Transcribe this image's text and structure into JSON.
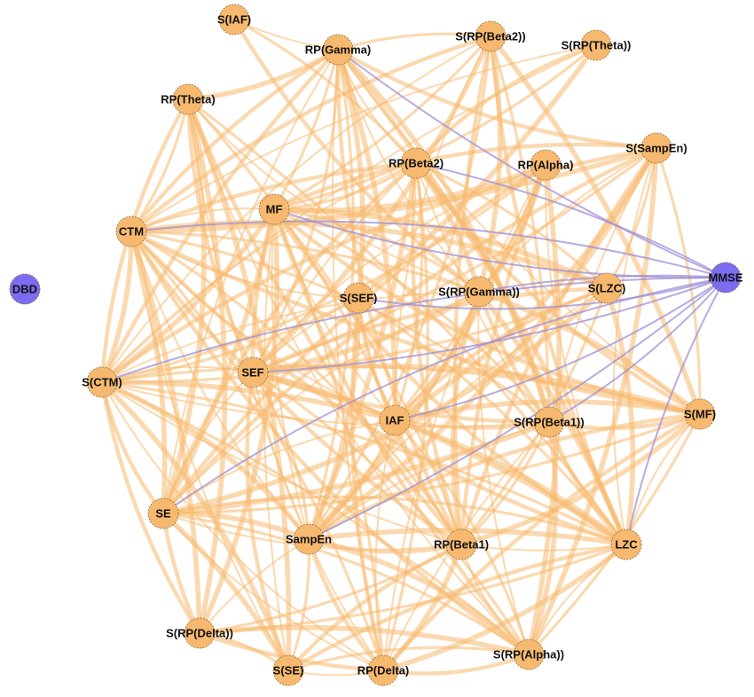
{
  "colors": {
    "feature_node": "#f7b96f",
    "clinical_node": "#7b6cf0",
    "feature_edge": "#f7b96f",
    "clinical_edge": "#9f8fd6",
    "node_border": "#8a6a3a"
  },
  "nodes": [
    {
      "id": "n1",
      "label": "S(IAF)",
      "type": "feature"
    },
    {
      "id": "n2",
      "label": "RP(Gamma)",
      "type": "feature"
    },
    {
      "id": "n3",
      "label": "S(RP(Beta2))",
      "type": "feature"
    },
    {
      "id": "n4",
      "label": "S(RP(Theta))",
      "type": "feature"
    },
    {
      "id": "n5",
      "label": "RP(Theta)",
      "type": "feature"
    },
    {
      "id": "n6",
      "label": "RP(Beta2)",
      "type": "feature"
    },
    {
      "id": "n7",
      "label": "RP(Alpha)",
      "type": "feature"
    },
    {
      "id": "n8",
      "label": "S(SampEn)",
      "type": "feature"
    },
    {
      "id": "n9",
      "label": "MF",
      "type": "feature"
    },
    {
      "id": "n10",
      "label": "CTM",
      "type": "feature"
    },
    {
      "id": "n11",
      "label": "DBD",
      "type": "clinical"
    },
    {
      "id": "n12",
      "label": "MMSE",
      "type": "clinical"
    },
    {
      "id": "n13",
      "label": "S(SEF)",
      "type": "feature"
    },
    {
      "id": "n14",
      "label": "S(RP(Gamma))",
      "type": "feature"
    },
    {
      "id": "n15",
      "label": "S(LZC)",
      "type": "feature"
    },
    {
      "id": "n16",
      "label": "SEF",
      "type": "feature"
    },
    {
      "id": "n17",
      "label": "S(CTM)",
      "type": "feature"
    },
    {
      "id": "n18",
      "label": "IAF",
      "type": "feature"
    },
    {
      "id": "n19",
      "label": "S(RP(Beta1))",
      "type": "feature"
    },
    {
      "id": "n20",
      "label": "S(MF)",
      "type": "feature"
    },
    {
      "id": "n21",
      "label": "SE",
      "type": "feature"
    },
    {
      "id": "n22",
      "label": "SampEn",
      "type": "feature"
    },
    {
      "id": "n23",
      "label": "RP(Beta1)",
      "type": "feature"
    },
    {
      "id": "n24",
      "label": "LZC",
      "type": "feature"
    },
    {
      "id": "n25",
      "label": "S(RP(Delta))",
      "type": "feature"
    },
    {
      "id": "n26",
      "label": "S(SE)",
      "type": "feature"
    },
    {
      "id": "n27",
      "label": "RP(Delta)",
      "type": "feature"
    },
    {
      "id": "n28",
      "label": "S(RP(Alpha))",
      "type": "feature"
    }
  ],
  "edges": [
    [
      "n1",
      "n2"
    ],
    [
      "n1",
      "n6"
    ],
    [
      "n1",
      "n14"
    ],
    [
      "n2",
      "n5"
    ],
    [
      "n2",
      "n6"
    ],
    [
      "n2",
      "n9"
    ],
    [
      "n2",
      "n10"
    ],
    [
      "n2",
      "n13"
    ],
    [
      "n2",
      "n14"
    ],
    [
      "n2",
      "n16"
    ],
    [
      "n2",
      "n17"
    ],
    [
      "n2",
      "n18"
    ],
    [
      "n2",
      "n21"
    ],
    [
      "n2",
      "n22"
    ],
    [
      "n2",
      "n23"
    ],
    [
      "n2",
      "n24"
    ],
    [
      "n2",
      "n20"
    ],
    [
      "n2",
      "n3"
    ],
    [
      "n2",
      "n8"
    ],
    [
      "n2",
      "n19"
    ],
    [
      "n2",
      "n27"
    ],
    [
      "n3",
      "n9"
    ],
    [
      "n3",
      "n10"
    ],
    [
      "n3",
      "n14"
    ],
    [
      "n3",
      "n18"
    ],
    [
      "n3",
      "n19"
    ],
    [
      "n3",
      "n24"
    ],
    [
      "n3",
      "n16"
    ],
    [
      "n3",
      "n17"
    ],
    [
      "n3",
      "n22"
    ],
    [
      "n3",
      "n23"
    ],
    [
      "n3",
      "n20"
    ],
    [
      "n4",
      "n10"
    ],
    [
      "n4",
      "n9"
    ],
    [
      "n4",
      "n6"
    ],
    [
      "n4",
      "n13"
    ],
    [
      "n4",
      "n17"
    ],
    [
      "n5",
      "n10"
    ],
    [
      "n5",
      "n17"
    ],
    [
      "n5",
      "n21"
    ],
    [
      "n5",
      "n22"
    ],
    [
      "n5",
      "n18"
    ],
    [
      "n5",
      "n16"
    ],
    [
      "n5",
      "n25"
    ],
    [
      "n5",
      "n14"
    ],
    [
      "n5",
      "n24"
    ],
    [
      "n5",
      "n23"
    ],
    [
      "n5",
      "n26"
    ],
    [
      "n5",
      "n28"
    ],
    [
      "n6",
      "n9"
    ],
    [
      "n6",
      "n10"
    ],
    [
      "n6",
      "n14"
    ],
    [
      "n6",
      "n17"
    ],
    [
      "n6",
      "n18"
    ],
    [
      "n6",
      "n21"
    ],
    [
      "n6",
      "n22"
    ],
    [
      "n6",
      "n24"
    ],
    [
      "n6",
      "n27"
    ],
    [
      "n6",
      "n20"
    ],
    [
      "n6",
      "n19"
    ],
    [
      "n6",
      "n16"
    ],
    [
      "n6",
      "n15"
    ],
    [
      "n6",
      "n23"
    ],
    [
      "n7",
      "n9"
    ],
    [
      "n7",
      "n16"
    ],
    [
      "n7",
      "n18"
    ],
    [
      "n7",
      "n21"
    ],
    [
      "n7",
      "n22"
    ],
    [
      "n7",
      "n24"
    ],
    [
      "n7",
      "n14"
    ],
    [
      "n7",
      "n23"
    ],
    [
      "n7",
      "n28"
    ],
    [
      "n7",
      "n27"
    ],
    [
      "n7",
      "n17"
    ],
    [
      "n8",
      "n9"
    ],
    [
      "n8",
      "n10"
    ],
    [
      "n8",
      "n14"
    ],
    [
      "n8",
      "n15"
    ],
    [
      "n8",
      "n17"
    ],
    [
      "n8",
      "n18"
    ],
    [
      "n8",
      "n19"
    ],
    [
      "n8",
      "n20"
    ],
    [
      "n8",
      "n21"
    ],
    [
      "n8",
      "n22"
    ],
    [
      "n8",
      "n24"
    ],
    [
      "n8",
      "n16"
    ],
    [
      "n8",
      "n23"
    ],
    [
      "n8",
      "n28"
    ],
    [
      "n9",
      "n10"
    ],
    [
      "n9",
      "n14"
    ],
    [
      "n9",
      "n16"
    ],
    [
      "n9",
      "n17"
    ],
    [
      "n9",
      "n18"
    ],
    [
      "n9",
      "n19"
    ],
    [
      "n9",
      "n20"
    ],
    [
      "n9",
      "n21"
    ],
    [
      "n9",
      "n22"
    ],
    [
      "n9",
      "n23"
    ],
    [
      "n9",
      "n24"
    ],
    [
      "n9",
      "n25"
    ],
    [
      "n9",
      "n26"
    ],
    [
      "n9",
      "n27"
    ],
    [
      "n9",
      "n28"
    ],
    [
      "n9",
      "n15"
    ],
    [
      "n10",
      "n13"
    ],
    [
      "n10",
      "n14"
    ],
    [
      "n10",
      "n16"
    ],
    [
      "n10",
      "n17"
    ],
    [
      "n10",
      "n18"
    ],
    [
      "n10",
      "n19"
    ],
    [
      "n10",
      "n20"
    ],
    [
      "n10",
      "n21"
    ],
    [
      "n10",
      "n22"
    ],
    [
      "n10",
      "n23"
    ],
    [
      "n10",
      "n24"
    ],
    [
      "n10",
      "n25"
    ],
    [
      "n10",
      "n26"
    ],
    [
      "n10",
      "n27"
    ],
    [
      "n10",
      "n28"
    ],
    [
      "n10",
      "n15"
    ],
    [
      "n13",
      "n16"
    ],
    [
      "n13",
      "n17"
    ],
    [
      "n13",
      "n18"
    ],
    [
      "n13",
      "n22"
    ],
    [
      "n13",
      "n23"
    ],
    [
      "n13",
      "n24"
    ],
    [
      "n13",
      "n27"
    ],
    [
      "n14",
      "n16"
    ],
    [
      "n14",
      "n17"
    ],
    [
      "n14",
      "n18"
    ],
    [
      "n14",
      "n19"
    ],
    [
      "n14",
      "n20"
    ],
    [
      "n14",
      "n21"
    ],
    [
      "n14",
      "n22"
    ],
    [
      "n14",
      "n23"
    ],
    [
      "n14",
      "n24"
    ],
    [
      "n14",
      "n28"
    ],
    [
      "n15",
      "n17"
    ],
    [
      "n15",
      "n18"
    ],
    [
      "n15",
      "n21"
    ],
    [
      "n15",
      "n22"
    ],
    [
      "n15",
      "n23"
    ],
    [
      "n15",
      "n16"
    ],
    [
      "n15",
      "n24"
    ],
    [
      "n16",
      "n17"
    ],
    [
      "n16",
      "n18"
    ],
    [
      "n16",
      "n19"
    ],
    [
      "n16",
      "n20"
    ],
    [
      "n16",
      "n21"
    ],
    [
      "n16",
      "n22"
    ],
    [
      "n16",
      "n23"
    ],
    [
      "n16",
      "n24"
    ],
    [
      "n16",
      "n27"
    ],
    [
      "n16",
      "n28"
    ],
    [
      "n16",
      "n26"
    ],
    [
      "n17",
      "n18"
    ],
    [
      "n17",
      "n19"
    ],
    [
      "n17",
      "n20"
    ],
    [
      "n17",
      "n21"
    ],
    [
      "n17",
      "n22"
    ],
    [
      "n17",
      "n23"
    ],
    [
      "n17",
      "n24"
    ],
    [
      "n17",
      "n25"
    ],
    [
      "n17",
      "n26"
    ],
    [
      "n17",
      "n27"
    ],
    [
      "n17",
      "n28"
    ],
    [
      "n18",
      "n19"
    ],
    [
      "n18",
      "n20"
    ],
    [
      "n18",
      "n21"
    ],
    [
      "n18",
      "n22"
    ],
    [
      "n18",
      "n23"
    ],
    [
      "n18",
      "n24"
    ],
    [
      "n18",
      "n27"
    ],
    [
      "n18",
      "n28"
    ],
    [
      "n19",
      "n20"
    ],
    [
      "n19",
      "n21"
    ],
    [
      "n19",
      "n22"
    ],
    [
      "n19",
      "n23"
    ],
    [
      "n19",
      "n24"
    ],
    [
      "n19",
      "n28"
    ],
    [
      "n19",
      "n27"
    ],
    [
      "n20",
      "n21"
    ],
    [
      "n20",
      "n22"
    ],
    [
      "n20",
      "n23"
    ],
    [
      "n20",
      "n24"
    ],
    [
      "n20",
      "n28"
    ],
    [
      "n20",
      "n27"
    ],
    [
      "n21",
      "n22"
    ],
    [
      "n21",
      "n23"
    ],
    [
      "n21",
      "n24"
    ],
    [
      "n21",
      "n25"
    ],
    [
      "n21",
      "n26"
    ],
    [
      "n21",
      "n27"
    ],
    [
      "n21",
      "n28"
    ],
    [
      "n22",
      "n23"
    ],
    [
      "n22",
      "n24"
    ],
    [
      "n22",
      "n25"
    ],
    [
      "n22",
      "n26"
    ],
    [
      "n22",
      "n27"
    ],
    [
      "n22",
      "n28"
    ],
    [
      "n23",
      "n24"
    ],
    [
      "n23",
      "n25"
    ],
    [
      "n23",
      "n26"
    ],
    [
      "n23",
      "n27"
    ],
    [
      "n23",
      "n28"
    ],
    [
      "n24",
      "n25"
    ],
    [
      "n24",
      "n26"
    ],
    [
      "n24",
      "n27"
    ],
    [
      "n24",
      "n28"
    ],
    [
      "n25",
      "n26"
    ],
    [
      "n25",
      "n27"
    ],
    [
      "n25",
      "n28"
    ],
    [
      "n26",
      "n27"
    ],
    [
      "n26",
      "n28"
    ],
    [
      "n27",
      "n28"
    ]
  ],
  "clinical_edges": [
    [
      "n2",
      "n12"
    ],
    [
      "n6",
      "n12"
    ],
    [
      "n9",
      "n12"
    ],
    [
      "n10",
      "n12"
    ],
    [
      "n13",
      "n12"
    ],
    [
      "n14",
      "n12"
    ],
    [
      "n16",
      "n12"
    ],
    [
      "n17",
      "n12"
    ],
    [
      "n18",
      "n12"
    ],
    [
      "n21",
      "n12"
    ],
    [
      "n22",
      "n12"
    ],
    [
      "n24",
      "n12"
    ],
    [
      "n19",
      "n12"
    ]
  ]
}
